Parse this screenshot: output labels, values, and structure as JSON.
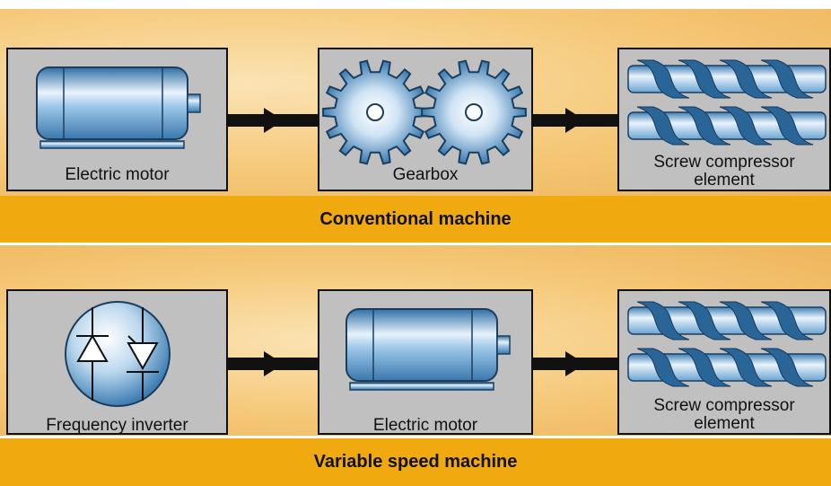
{
  "conventional": {
    "band_label": "Conventional machine",
    "boxes": [
      {
        "label": "Electric motor",
        "icon": "electric-motor-icon"
      },
      {
        "label": "Gearbox",
        "icon": "gearbox-icon"
      },
      {
        "label_line1": "Screw compressor",
        "label_line2": "element",
        "icon": "screw-rotors-icon"
      }
    ]
  },
  "variable": {
    "band_label": "Variable speed machine",
    "boxes": [
      {
        "label": "Frequency  inverter",
        "icon": "frequency-inverter-icon"
      },
      {
        "label": "Electric motor",
        "icon": "electric-motor-icon"
      },
      {
        "label_line1": "Screw compressor",
        "label_line2": "element",
        "icon": "screw-rotors-icon"
      }
    ]
  },
  "colors": {
    "band": "#f0aa10",
    "box": "#c0c0c0",
    "component_blue": "#5b9ccd",
    "arrow": "#111111"
  }
}
